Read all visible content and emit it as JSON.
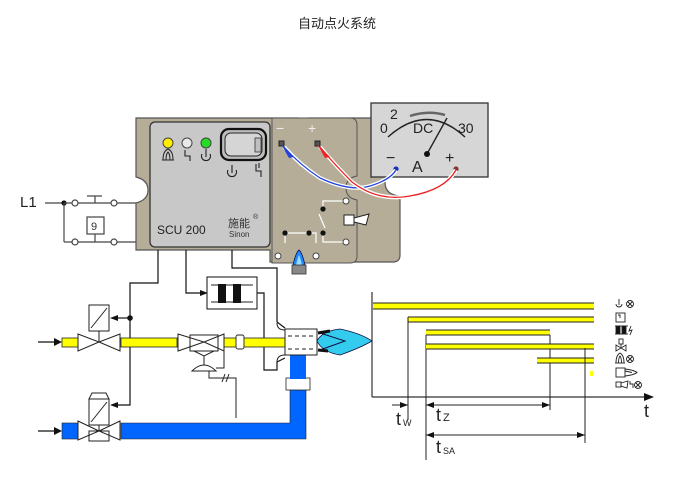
{
  "title": "自动点火系统",
  "controller": {
    "model": "SCU 200",
    "brand_cn": "施能",
    "brand_en": "Sinon",
    "registered": "®",
    "indicators": [
      {
        "name": "flame",
        "color": "#ffee00"
      },
      {
        "name": "fault",
        "color": "#e8e8e8"
      },
      {
        "name": "power",
        "color": "#22dd22"
      }
    ],
    "terminal_minus": "−",
    "terminal_plus": "+",
    "colors": {
      "housing": "#b5ad98",
      "faceplate": "#c8c8c8"
    }
  },
  "ammeter": {
    "mode": "DC",
    "unit": "A",
    "scale_min": "0",
    "scale_low": "2",
    "scale_max": "30",
    "minus": "−",
    "plus": "+"
  },
  "supply": {
    "label": "L1"
  },
  "pipes": {
    "gas_color": "#ffff00",
    "air_color": "#0066ff",
    "flame_color": "#33ccee"
  },
  "timing": {
    "axis_label": "t",
    "intervals": [
      {
        "main": "t",
        "sub": "W"
      },
      {
        "main": "t",
        "sub": "Z"
      },
      {
        "main": "t",
        "sub": "SA"
      }
    ],
    "legend": [
      {
        "icon": "power-indicator-icon"
      },
      {
        "icon": "pilot-valve-icon"
      },
      {
        "icon": "ignition-transformer-icon"
      },
      {
        "icon": "main-valve-icon"
      },
      {
        "icon": "flame-indicator-icon"
      },
      {
        "icon": "flame-sensor-icon"
      },
      {
        "icon": "alarm-horn-icon"
      }
    ]
  }
}
